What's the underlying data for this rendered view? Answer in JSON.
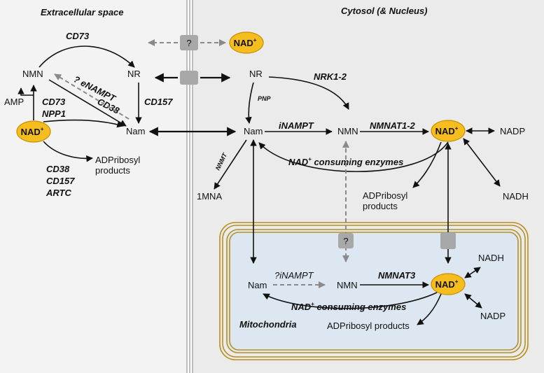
{
  "regions": {
    "extracellular": "Extracellular space",
    "cytosol": "Cytosol (& Nucleus)",
    "mitochondria": "Mitochondria"
  },
  "colors": {
    "nad_fill": "#f5bd1e",
    "nad_stroke": "#c98f00",
    "extracellular_bg": "#f3f3f3",
    "cytosol_bg": "#ebebeb",
    "mito_bg": "#dde7f1",
    "mito_membrane": "#b8901f",
    "transporter": "#a8a8a8",
    "unknown_arrow": "#8a8a8a"
  },
  "extracellular": {
    "nmn": "NMN",
    "nr": "NR",
    "amp": "AMP",
    "nad": "NAD",
    "nam": "Nam",
    "adpribosyl": [
      "ADPribosyl",
      "products"
    ],
    "enz_cd73_top": "CD73",
    "enz_cd73_npp1": [
      "CD73",
      "NPP1"
    ],
    "enz_enampt": "? eNAMPT",
    "enz_cd38": "CD38",
    "enz_cd157": "CD157",
    "enz_bottom": [
      "CD38",
      "CD157",
      "ARTC"
    ]
  },
  "membrane": {
    "unknown_transporter": "?",
    "nad": "NAD"
  },
  "cytosol": {
    "nr": "NR",
    "nam": "Nam",
    "nmn": "NMN",
    "nad": "NAD",
    "nadp": "NADP",
    "nadh": "NADH",
    "mna": "1MNA",
    "adpribosyl": [
      "ADPribosyl",
      "products"
    ],
    "enz_nrk": "NRK1-2",
    "enz_pnp": "PNP",
    "enz_inampt": "iNAMPT",
    "enz_nmnat": "NMNAT1-2",
    "enz_nnmt": "NNMT",
    "enz_consuming_pre": "NAD",
    "enz_consuming_post": " consuming enzymes"
  },
  "mitochondria": {
    "unknown_transporter": "?",
    "nam": "Nam",
    "nmn": "NMN",
    "nad": "NAD",
    "nadh": "NADH",
    "nadp": "NADP",
    "adpribosyl": "ADPribosyl products",
    "enz_inampt": "?iNAMPT",
    "enz_nmnat3": "NMNAT3",
    "enz_consuming_pre": "NAD",
    "enz_consuming_post": " consuming enzymes"
  },
  "nad_superscript": "+"
}
